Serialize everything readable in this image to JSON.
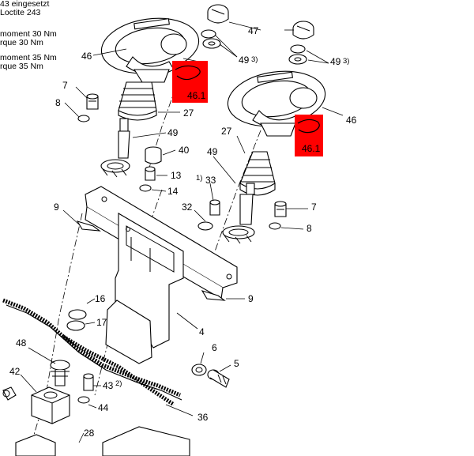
{
  "notes": [
    "43 eingesetzt",
    "Loctite 243",
    "moment 30 Nm",
    "rque 30 Nm",
    "moment 35 Nm",
    "rque 35 Nm"
  ],
  "callouts": {
    "c47": "47",
    "c46a": "46",
    "c49a": "49",
    "c49b": "49",
    "c3a": "3)",
    "c3b": "3)",
    "c46_1a": "46.1",
    "c46_1b": "46.1",
    "c46b": "46",
    "c7a": "7",
    "c8a": "8",
    "c27a": "27",
    "c49c": "49",
    "c40": "40",
    "c13": "13",
    "c14": "14",
    "c27b": "27",
    "c49d": "49",
    "c1": "1)",
    "c33": "33",
    "c32": "32",
    "c7b": "7",
    "c8b": "8",
    "c9a": "9",
    "c9b": "9",
    "c16": "16",
    "c17": "17",
    "c4": "4",
    "c48": "48",
    "c6": "6",
    "c5": "5",
    "c42": "42",
    "c43": "43",
    "c2": "2)",
    "c44": "44",
    "c36": "36",
    "c28": "28"
  },
  "colors": {
    "highlight": "#ff0000",
    "line": "#000000",
    "background": "#ffffff"
  }
}
